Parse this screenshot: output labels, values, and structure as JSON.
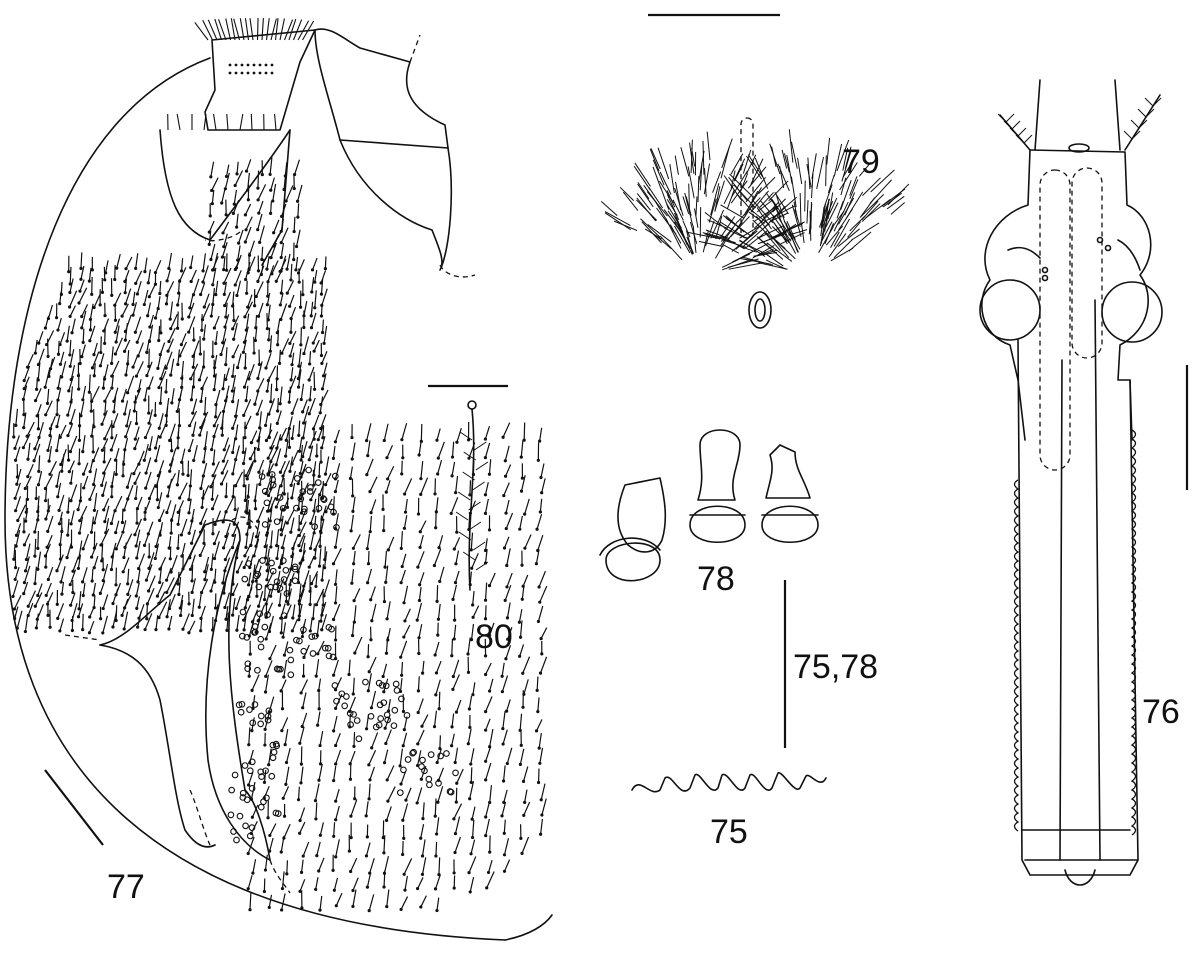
{
  "figure_labels": {
    "fig75": "75",
    "fig76": "76",
    "fig77": "77",
    "fig78": "78",
    "fig79": "79",
    "fig80": "80",
    "scale_75_78": "75,78"
  },
  "colors": {
    "ink": "#111111",
    "background": "#ffffff"
  }
}
